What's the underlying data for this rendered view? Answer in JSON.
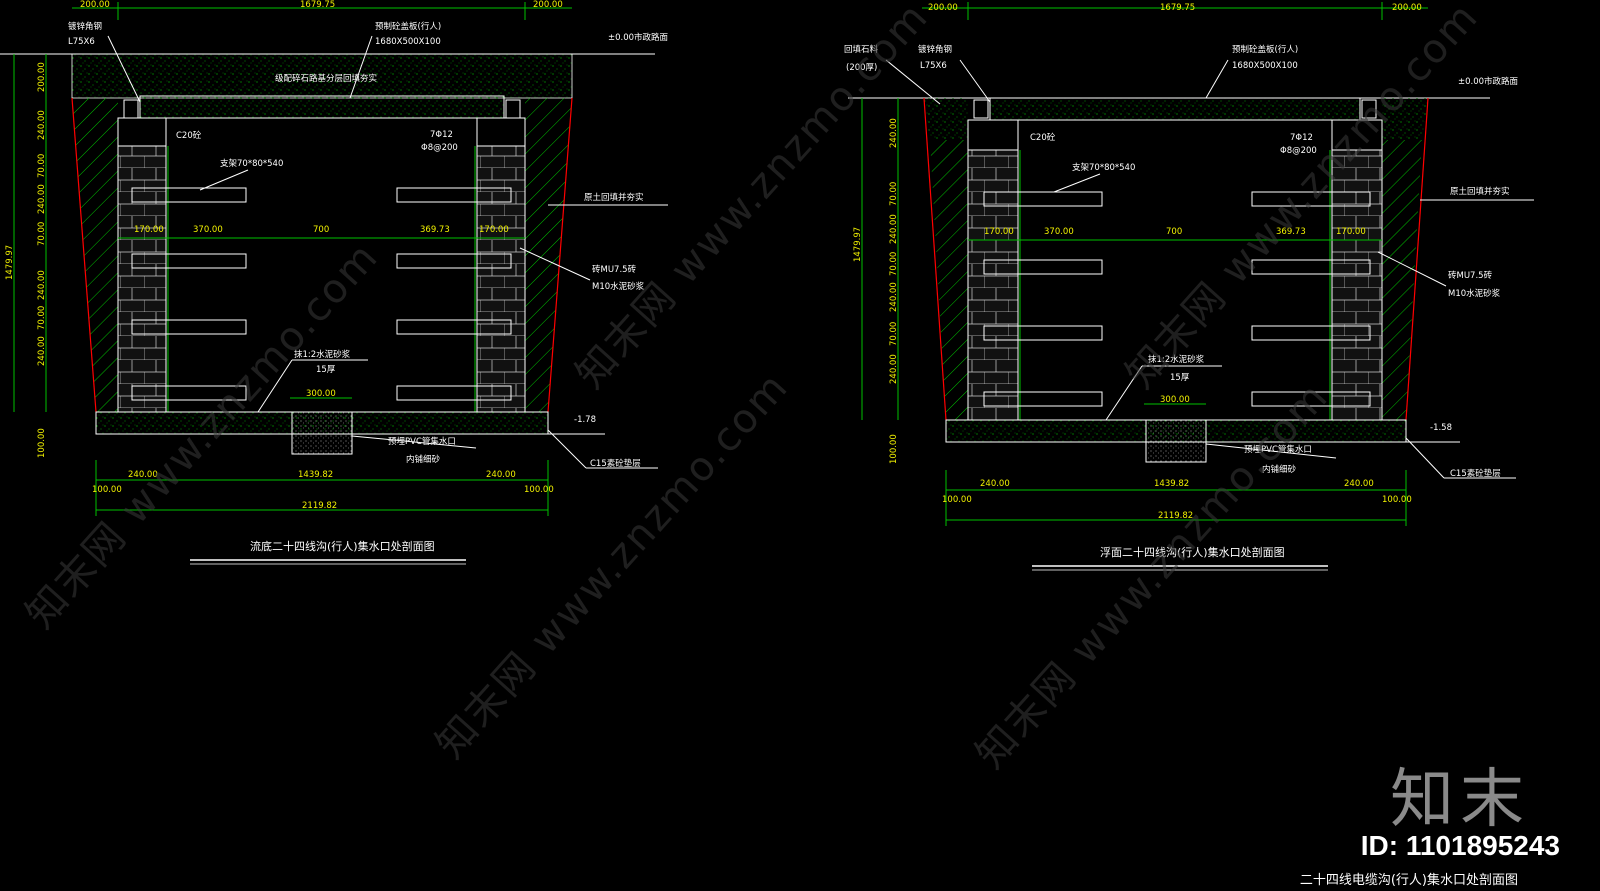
{
  "drawings": [
    {
      "title": "流底二十四线沟(行人)集水口处剖面图",
      "top_dims": [
        "200.00",
        "1679.75",
        "200.00"
      ],
      "grade_label": "±0.00市政路面",
      "cover_label_1": "预制砼盖板(行人)",
      "cover_label_2": "1680X500X100",
      "left_label_1": "镀锌角钢",
      "left_label_2": "L75X6",
      "fill_label": "级配碎石路基分层回填夯实",
      "beam_label": "C20砼",
      "rebar_1": "7Φ12",
      "rebar_2": "Φ8@200",
      "bracket_label": "支架70*80*540",
      "backfill_label": "原土回填并夯实",
      "mid_dims": [
        "170.00",
        "370.00",
        "700",
        "369.73",
        "170.00"
      ],
      "brick_1": "砖MU7.5砖",
      "brick_2": "M10水泥砂浆",
      "mortar_1": "抹1:2水泥砂浆",
      "mortar_2": "15厚",
      "sump_dim": "300.00",
      "pvc_label": "预埋PVC管集水口",
      "sand_label": "内铺细砂",
      "elev": "-1.78",
      "c15_label": "C15素砼垫层",
      "bot_dims": [
        "240.00",
        "1439.82",
        "240.00"
      ],
      "edge_dims": [
        "100.00",
        "100.00"
      ],
      "total_dim": "2119.82",
      "left_total": "1479.97",
      "left_dims": [
        "200.00",
        "240.00",
        "70.00",
        "240.00",
        "70.00",
        "240.00",
        "70.00",
        "240.00",
        "100.00"
      ]
    },
    {
      "title": "浮面二十四线沟(行人)集水口处剖面图",
      "top_dims": [
        "200.00",
        "1679.75",
        "200.00"
      ],
      "grade_label": "±0.00市政路面",
      "cover_label_1": "预制砼盖板(行人)",
      "cover_label_2": "1680X500X100",
      "left_label_1": "镀锌角钢",
      "left_label_2": "L75X6",
      "stone_1": "回填石料",
      "stone_2": "(200厚)",
      "beam_label": "C20砼",
      "rebar_1": "7Φ12",
      "rebar_2": "Φ8@200",
      "bracket_label": "支架70*80*540",
      "backfill_label": "原土回填并夯实",
      "mid_dims": [
        "170.00",
        "370.00",
        "700",
        "369.73",
        "170.00"
      ],
      "brick_1": "砖MU7.5砖",
      "brick_2": "M10水泥砂浆",
      "mortar_1": "抹1:2水泥砂浆",
      "mortar_2": "15厚",
      "sump_dim": "300.00",
      "pvc_label": "预埋PVC管集水口",
      "sand_label": "内铺细砂",
      "elev": "-1.58",
      "c15_label": "C15素砼垫层",
      "bot_dims": [
        "240.00",
        "1439.82",
        "240.00"
      ],
      "edge_dims": [
        "100.00",
        "100.00"
      ],
      "total_dim": "2119.82",
      "left_total": "1479.97",
      "left_dims": [
        "240.00",
        "70.00",
        "240.00",
        "70.00",
        "240.00",
        "70.00",
        "240.00",
        "100.00"
      ]
    }
  ],
  "watermark": "知末网 www.znzmo.com",
  "brand": "知末",
  "id_text": "ID: 1101895243",
  "caption": "二十四线电缆沟(行人)集水口处剖面图",
  "colors": {
    "bg": "#000000",
    "line": "#ffffff",
    "green": "#00c000",
    "red": "#ff0000",
    "yellow": "#f2f200"
  }
}
